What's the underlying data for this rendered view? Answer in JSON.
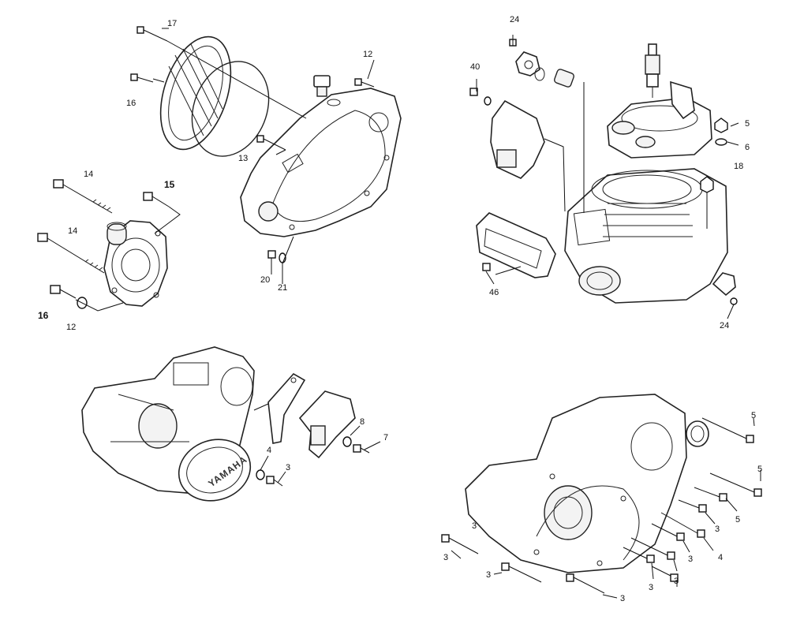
{
  "diagram": {
    "panels": {
      "clutch_cover": {
        "callouts": {
          "c17": "17",
          "c16": "16",
          "c12": "12",
          "c13": "13",
          "c20": "20",
          "c21": "21"
        }
      },
      "water_pump": {
        "callouts": {
          "c14a": "14",
          "c15": "15",
          "c14b": "14",
          "c16": "16",
          "c12": "12"
        }
      },
      "cylinder": {
        "callouts": {
          "c24a": "24",
          "c40": "40",
          "c5": "5",
          "c6": "6",
          "c18": "18",
          "c46": "46",
          "c24b": "24"
        }
      },
      "ignition_side": {
        "logo_text": "YAMAHA",
        "callouts": {
          "c8": "8",
          "c7": "7",
          "c4": "4",
          "c3": "3"
        }
      },
      "crankcase": {
        "callouts": {
          "c5a": "5",
          "c5b": "5",
          "c5c": "5",
          "c3a": "3",
          "c3b": "3",
          "c3c": "3",
          "c3d": "3",
          "c3e": "3",
          "c3f": "3",
          "c3g": "3",
          "c3h": "3",
          "c4": "4"
        }
      }
    }
  }
}
